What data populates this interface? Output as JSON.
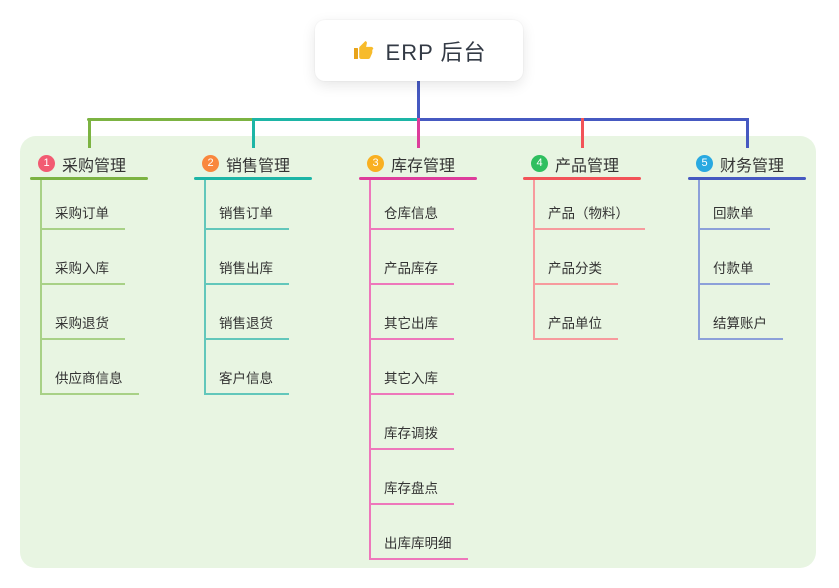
{
  "root": {
    "label": "ERP 后台",
    "icon": "thumbs-up-icon",
    "icon_color": "#f7bb2b"
  },
  "canvas": {
    "background": "#ffffff",
    "panel_background": "#e8f5e2",
    "text_color": "#333333",
    "root_text_color": "#333a45",
    "root_line_color": "#4659c1"
  },
  "branches": [
    {
      "num": "1",
      "label": "采购管理",
      "badge_color": "#f25b72",
      "line_color": "#7cb342",
      "child_line_color": "#a8d186",
      "children": [
        "采购订单",
        "采购入库",
        "采购退货",
        "供应商信息"
      ]
    },
    {
      "num": "2",
      "label": "销售管理",
      "badge_color": "#f9873d",
      "line_color": "#1db5a6",
      "child_line_color": "#62c7bb",
      "children": [
        "销售订单",
        "销售出库",
        "销售退货",
        "客户信息"
      ]
    },
    {
      "num": "3",
      "label": "库存管理",
      "badge_color": "#f9b021",
      "line_color": "#dd3d9b",
      "child_line_color": "#ee77bb",
      "children": [
        "仓库信息",
        "产品库存",
        "其它出库",
        "其它入库",
        "库存调拨",
        "库存盘点",
        "出库库明细"
      ]
    },
    {
      "num": "4",
      "label": "产品管理",
      "badge_color": "#2fbf5f",
      "line_color": "#f25358",
      "child_line_color": "#f79a9d",
      "children": [
        "产品（物料）",
        "产品分类",
        "产品单位"
      ]
    },
    {
      "num": "5",
      "label": "财务管理",
      "badge_color": "#29a9e1",
      "line_color": "#4659c1",
      "child_line_color": "#8ca0d9",
      "children": [
        "回款单",
        "付款单",
        "结算账户"
      ]
    }
  ]
}
